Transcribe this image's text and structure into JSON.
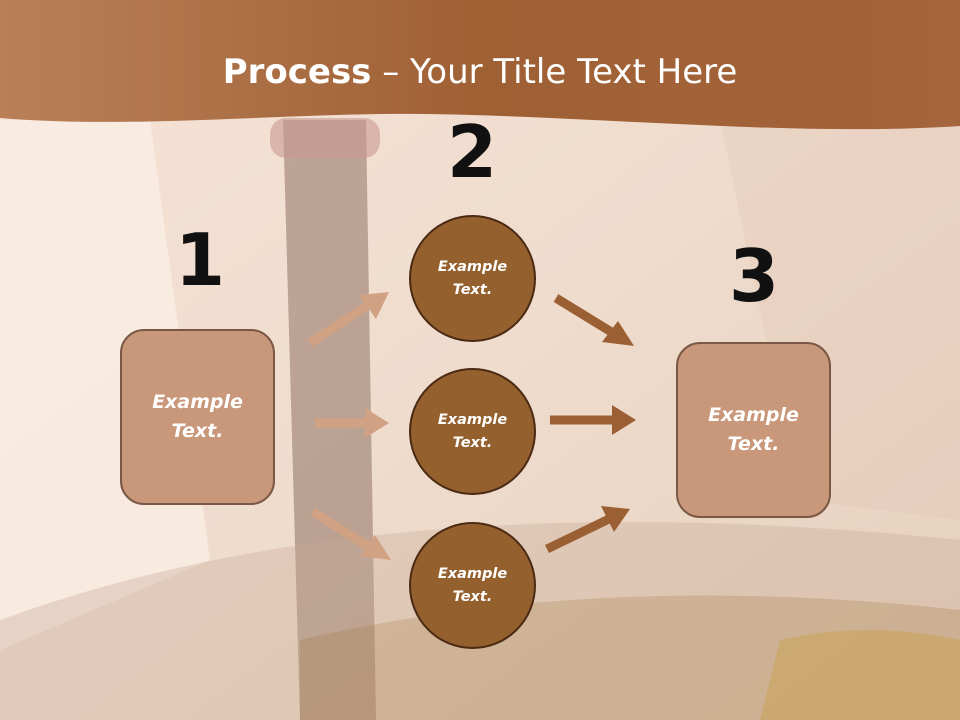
{
  "title": {
    "bold": "Process",
    "rest": " – Your Title Text Here"
  },
  "steps": {
    "one": {
      "number": "1",
      "text_line1": "Example",
      "text_line2": "Text."
    },
    "two": {
      "number": "2",
      "circles": [
        {
          "line1": "Example",
          "line2": "Text."
        },
        {
          "line1": "Example",
          "line2": "Text."
        },
        {
          "line1": "Example",
          "line2": "Text."
        }
      ]
    },
    "three": {
      "number": "3",
      "text_line1": "Example",
      "text_line2": "Text."
    }
  },
  "colors": {
    "header": "#9a5e34",
    "box_fill": "#c9977a",
    "circle_fill": "#94602e",
    "arrow_light": "#d1a183",
    "arrow_dark": "#9a5f33"
  }
}
